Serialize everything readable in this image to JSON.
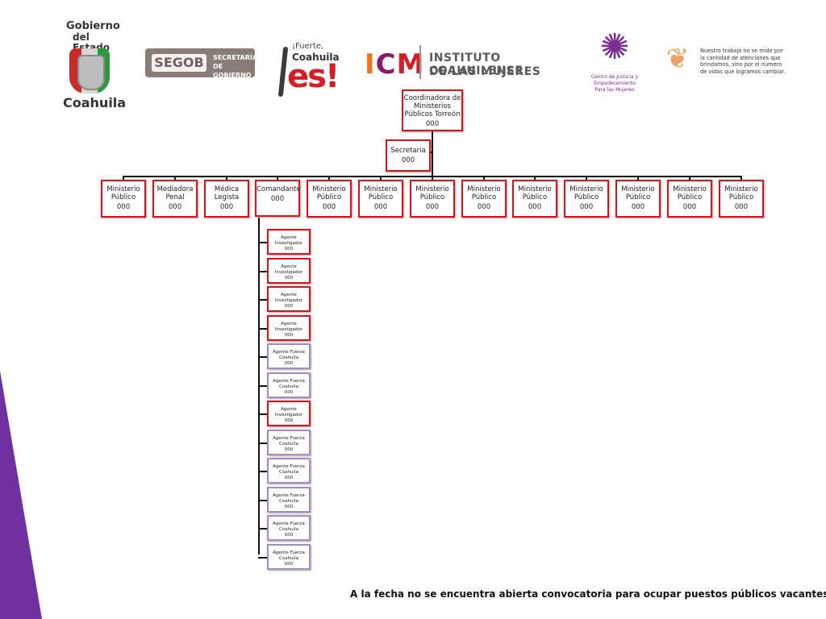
{
  "logos": {
    "gobierno": {
      "line1": "Gobierno",
      "line2": "del Estado",
      "line3": "Coahuila"
    },
    "segob": {
      "main": "SEGOB",
      "sub": "SECRETARÍA DE GOBIERNO"
    },
    "fuerte": {
      "small": "¡Fuerte,",
      "mid": "Coahuila",
      "big": "es!"
    },
    "icm": {
      "i": "I",
      "c": "C",
      "m": "M",
      "line1": "INSTITUTO COAHUILENSE",
      "line2": "DE LAS MUJERES"
    },
    "centro": {
      "text": "Centro de Justicia y Empoderamiento Para las Mujeres"
    },
    "quote": "Nuestro trabajo no se mide por la cantidad de atenciones que brindamos, sino por el número de vidas que logramos cambiar."
  },
  "colors": {
    "accent_red": "#e0101a",
    "accent_purple": "#7030a0",
    "box_purple": "#a78bc0"
  },
  "org": {
    "root": {
      "title": "Coordinadora de Ministerios Públicos Torreón",
      "count": "000"
    },
    "secretaria": {
      "title": "Secretaria",
      "count": "000"
    },
    "level2": [
      {
        "title": "Ministerio Público",
        "count": "000"
      },
      {
        "title": "Mediadora Penal",
        "count": "000"
      },
      {
        "title": "Médica Legista",
        "count": "000"
      },
      {
        "title": "Comandante",
        "count": "000"
      },
      {
        "title": "Ministerio Público",
        "count": "000"
      },
      {
        "title": "Ministerio Público",
        "count": "000"
      },
      {
        "title": "Ministerio Público",
        "count": "000"
      },
      {
        "title": "Ministerio Público",
        "count": "000"
      },
      {
        "title": "Ministerio Público",
        "count": "000"
      },
      {
        "title": "Ministerio Público",
        "count": "000"
      },
      {
        "title": "Ministerio Público",
        "count": "000"
      },
      {
        "title": "Ministerio Público",
        "count": "000"
      },
      {
        "title": "Ministerio Público",
        "count": "000"
      }
    ],
    "agents": [
      {
        "title": "Agente Investigador",
        "count": "000",
        "kind": "red"
      },
      {
        "title": "Agente Investigador",
        "count": "000",
        "kind": "red"
      },
      {
        "title": "Agente Investigador",
        "count": "000",
        "kind": "red"
      },
      {
        "title": "Agente Investigador",
        "count": "000",
        "kind": "red"
      },
      {
        "title": "Agente Fuerza Coahuila",
        "count": "000",
        "kind": "purple"
      },
      {
        "title": "Agente Fuerza Coahuila",
        "count": "000",
        "kind": "purple"
      },
      {
        "title": "Agente Investigador",
        "count": "000",
        "kind": "red"
      },
      {
        "title": "Agente Fuerza Coahuila",
        "count": "000",
        "kind": "purple"
      },
      {
        "title": "Agente Fuerza Coahuila",
        "count": "000",
        "kind": "purple"
      },
      {
        "title": "Agente Fuerza Coahuila",
        "count": "000",
        "kind": "purple"
      },
      {
        "title": "Agente Fuerza Coahuila",
        "count": "000",
        "kind": "purple"
      },
      {
        "title": "Agente Fuerza Coahuila",
        "count": "000",
        "kind": "purple"
      }
    ]
  },
  "footer": "A la fecha no se encuentra abierta convocatoria para ocupar puestos públicos vacantes"
}
